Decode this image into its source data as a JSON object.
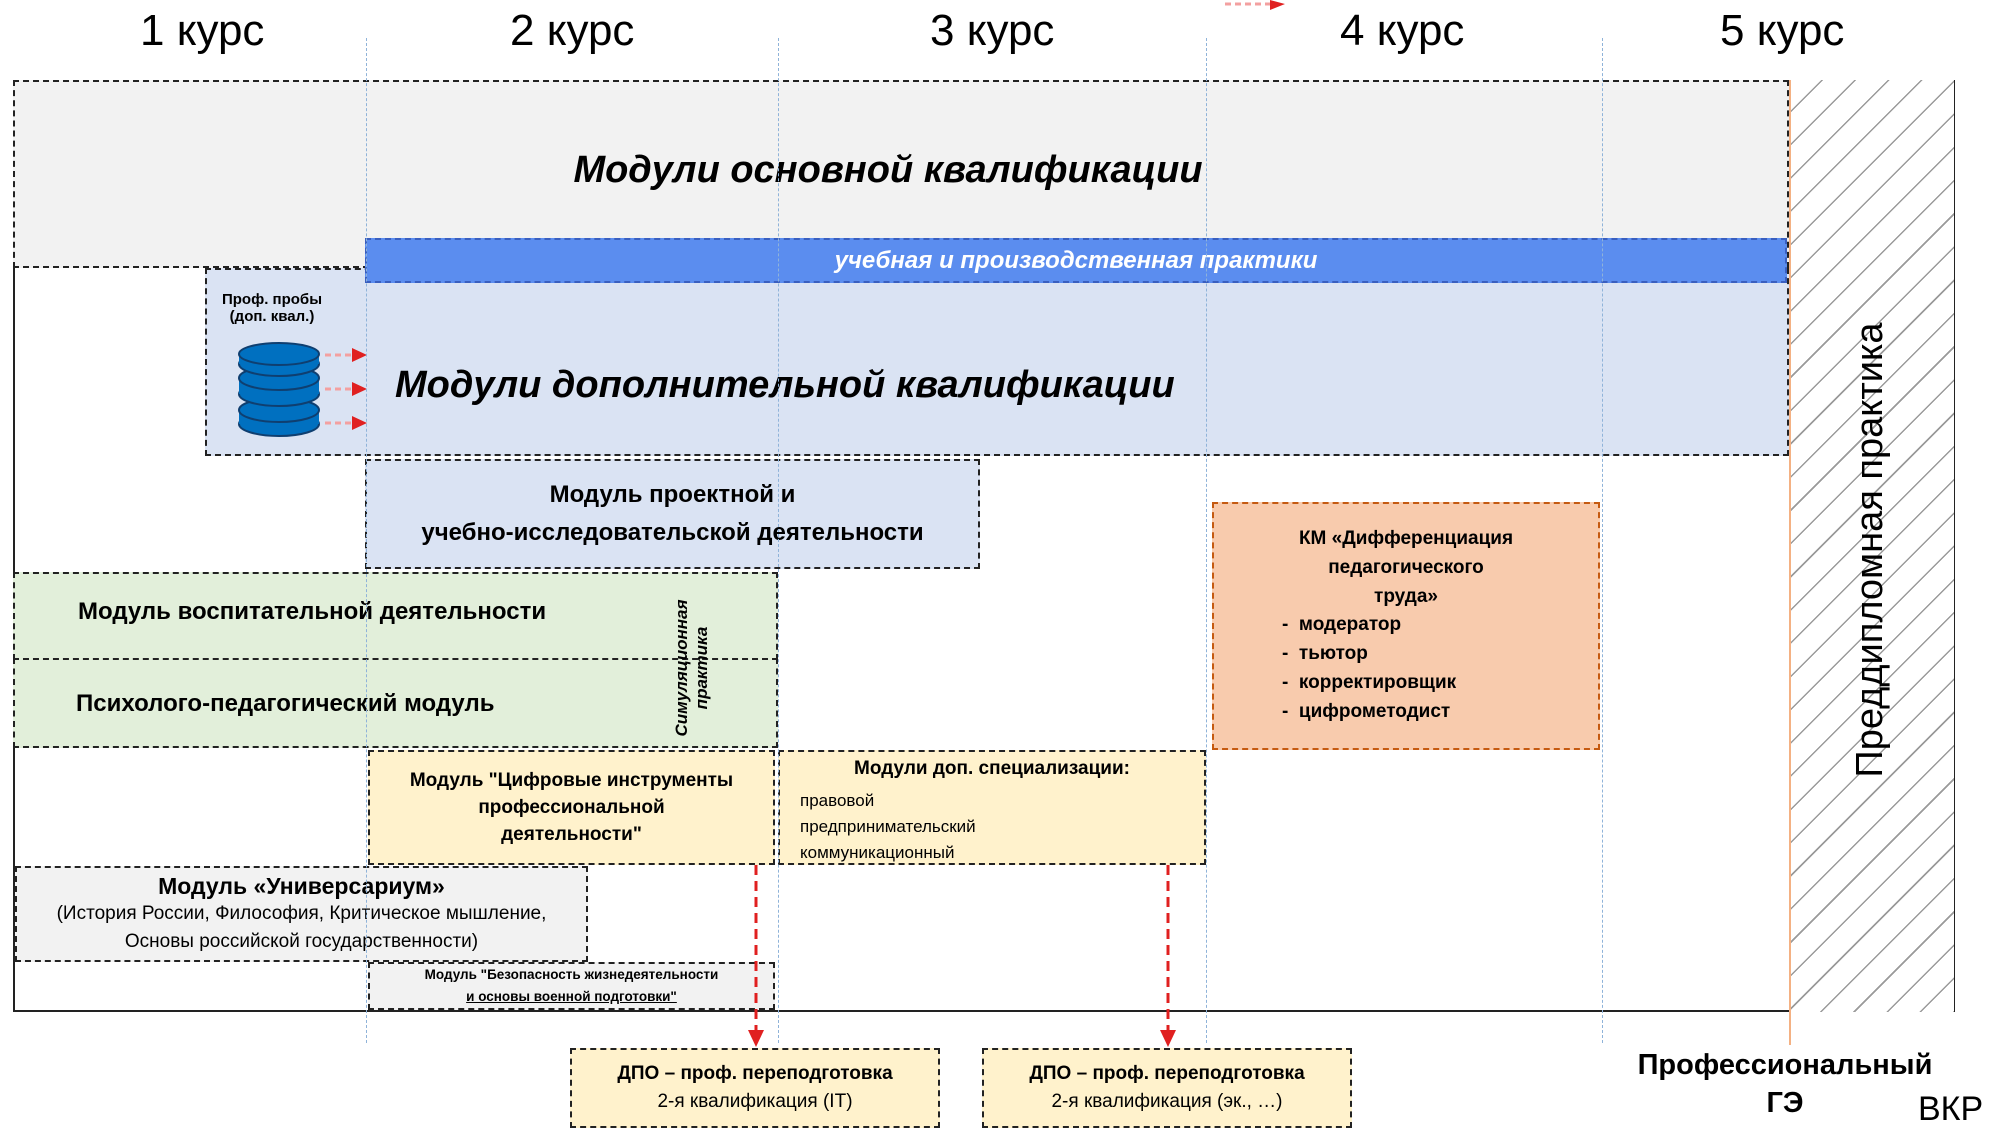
{
  "years": [
    "1 курс",
    "2 курс",
    "3 курс",
    "4 курс",
    "5 курс"
  ],
  "main_module": "Модули основной квалификации",
  "practice_bar": "учебная и производственная практики",
  "prof_probes": "Проф. пробы (доп. квал.)",
  "additional_module": "Модули дополнительной квалификации",
  "project_module": {
    "line1": "Модуль проектной и",
    "line2": "учебно-исследовательской деятельности"
  },
  "upbringing_module": "Модуль воспитательной деятельности",
  "psych_module": "Психолого-педагогический модуль",
  "simulation_practice": "Симуляционная практика",
  "digital_module": {
    "line1": "Модуль \"Цифровые инструменты",
    "line2": "профессиональной",
    "line3": "деятельности\""
  },
  "specialization": {
    "title": "Модули доп. специализации:",
    "items": [
      "правовой",
      "предпринимательский",
      "коммуникационный"
    ]
  },
  "km_module": {
    "title_line1": "КМ «Дифференциация",
    "title_line2": "педагогического",
    "title_line3": "труда»",
    "items": [
      "модератор",
      "тьютор",
      "корректировщик",
      "цифрометодист"
    ]
  },
  "universarium": {
    "title": "Модуль «Универсариум»",
    "line1": "(История России, Философия, Критическое мышление,",
    "line2": "Основы российской государственности)"
  },
  "safety_module": {
    "line1": "Модуль \"Безопасность жизнедеятельности",
    "line2": "и основы военной подготовки\""
  },
  "dpo1": {
    "title": "ДПО – проф. переподготовка",
    "sub": "2-я квалификация (IT)"
  },
  "dpo2": {
    "title": "ДПО – проф. переподготовка",
    "sub": "2-я квалификация (эк., …)"
  },
  "predip_practice": "Преддипломная практика",
  "prof_exam": {
    "line1": "Профессиональный",
    "line2": "ГЭ"
  },
  "vkr": "ВКР",
  "colors": {
    "practice_bar": "#5b8def",
    "additional": "#dae3f3",
    "green": "#e2efda",
    "cream": "#fff2cc",
    "orange": "#f8cbad",
    "gray": "#f2f2f2",
    "db_blue": "#0070c0",
    "arrow_red": "#e02020",
    "orange_line": "#f4b183"
  }
}
